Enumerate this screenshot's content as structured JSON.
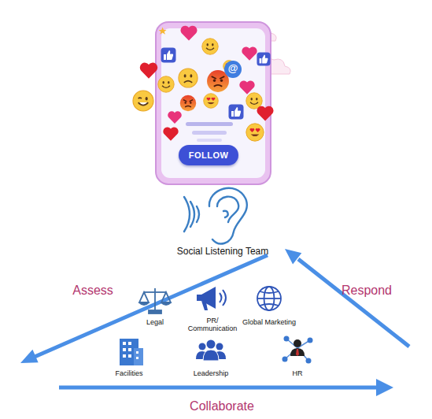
{
  "diagram": {
    "nodes": [
      {
        "text": [
          "FOLLOW"
        ]
      }
    ],
    "labels": [
      "@",
      "Social Listening Team",
      "Assess",
      "Respond",
      "Legal",
      "PR/ Communication",
      "Global Marketing",
      "Facilities",
      "Leadership",
      "HR",
      "Collaborate"
    ]
  }
}
